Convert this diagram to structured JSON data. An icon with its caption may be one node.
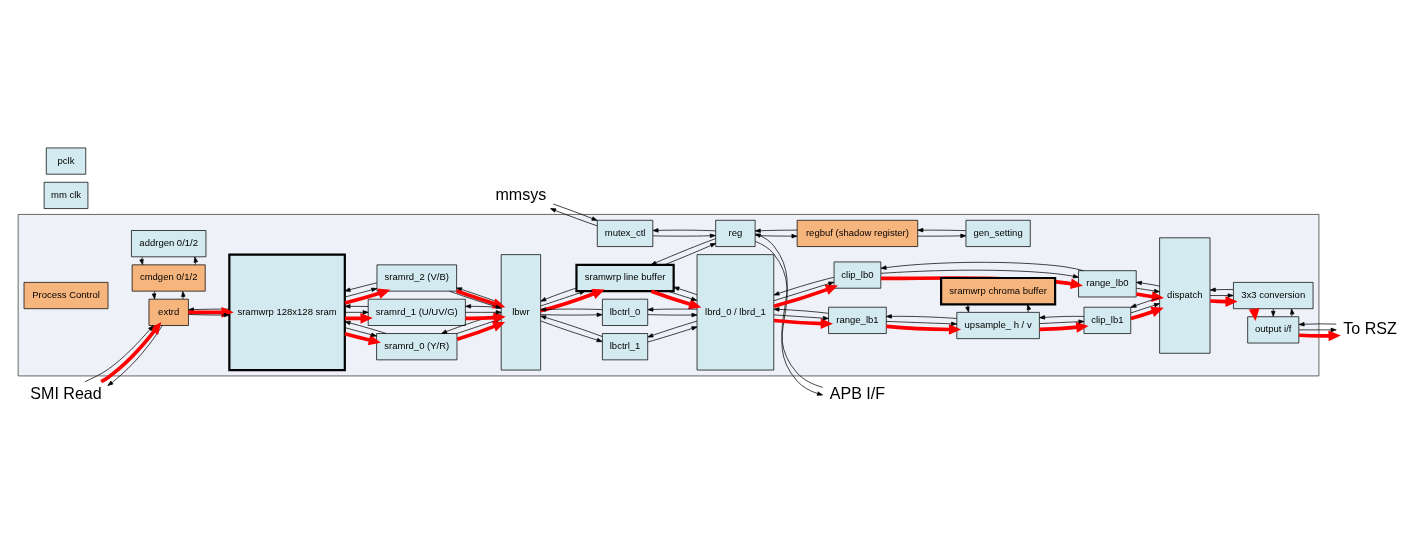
{
  "diagram": {
    "nodes": [
      {
        "text": [
          "mmsys"
        ]
      },
      {
        "text": [
          "APB I/F"
        ]
      },
      {
        "text": [
          "mm clk"
        ]
      },
      {
        "text": [
          "pclk"
        ]
      },
      {
        "text": [],
        "shape": "box"
      },
      {
        "text": [
          "Process Control"
        ],
        "in": 4
      },
      {
        "text": [
          "mutex_ctl"
        ],
        "in": 4
      },
      {
        "text": [
          "reg"
        ],
        "in": 4
      },
      {
        "text": [
          "regbuf (shadow register)"
        ],
        "in": 4
      },
      {
        "text": [
          "gen_setting"
        ],
        "in": 4
      },
      {
        "text": [
          "addrgen 0/1/2"
        ],
        "in": 4
      },
      {
        "text": [
          "sramwrp 128x128 sram"
        ],
        "in": 4
      },
      {
        "text": [
          "sramrd_0 (Y/R)"
        ],
        "in": 4
      },
      {
        "text": [
          "lbwr"
        ],
        "in": 4
      },
      {
        "text": [
          "sramwrp line buffer"
        ],
        "in": 4
      },
      {
        "text": [
          "lbrd_0 / lbrd_1"
        ],
        "in": 4
      },
      {
        "text": [
          "clip_lb0"
        ],
        "in": 4
      },
      {
        "text": [
          "range_lb0"
        ],
        "in": 4
      },
      {
        "text": [
          "dispatch"
        ],
        "in": 4
      },
      {
        "text": [
          "3x3 conversion"
        ],
        "in": 4
      },
      {
        "text": [
          "sramrd_1 (U/UV/G)"
        ],
        "in": 4
      },
      {
        "text": [
          "lbctrl_0"
        ],
        "in": 4
      },
      {
        "text": [
          "sramwrp chroma buffer"
        ],
        "in": 4
      },
      {
        "text": [
          "cmdgen 0/1/2"
        ],
        "in": 4
      },
      {
        "text": [
          "SMI Read"
        ]
      },
      {
        "text": [
          "extrd"
        ],
        "in": 4
      },
      {
        "text": [
          "sramrd_2 (V/B)"
        ],
        "in": 4
      },
      {
        "text": [
          "lbctrl_1"
        ],
        "in": 4
      },
      {
        "text": [
          "range_lb1"
        ],
        "in": 4
      },
      {
        "text": [
          "upsample_ h / v"
        ],
        "in": 4
      },
      {
        "text": [
          "clip_lb1"
        ],
        "in": 4
      },
      {
        "text": [
          "output i/f"
        ],
        "in": 4
      },
      {
        "text": [
          "To RSZ"
        ]
      }
    ],
    "edges": [
      {
        "from": 0,
        "to": 6,
        "arrow": "to"
      },
      {
        "from": 6,
        "to": 0,
        "arrow": "to"
      },
      {
        "from": 6,
        "to": 7,
        "arrow": "to"
      },
      {
        "from": 7,
        "to": 6,
        "arrow": "to"
      },
      {
        "from": 7,
        "to": 1,
        "arrow": "to"
      },
      {
        "from": 1,
        "to": 7,
        "arrow": "to"
      },
      {
        "from": 7,
        "to": 8,
        "arrow": "to"
      },
      {
        "from": 8,
        "to": 7,
        "arrow": "to"
      },
      {
        "from": 8,
        "to": 9,
        "arrow": "to"
      },
      {
        "from": 9,
        "to": 8,
        "arrow": "to"
      },
      {
        "from": 14,
        "to": 7,
        "arrow": "to"
      },
      {
        "from": 7,
        "to": 14,
        "arrow": "to"
      },
      {
        "from": 23,
        "to": 10,
        "arrow": "to"
      },
      {
        "from": 10,
        "to": 23,
        "arrow": "to"
      },
      {
        "from": 25,
        "to": 23,
        "arrow": "to"
      },
      {
        "from": 23,
        "to": 25,
        "arrow": "to"
      },
      {
        "from": 24,
        "to": 25,
        "arrow": "to",
        "style": "thick",
        "color": "#ff0000"
      },
      {
        "from": 24,
        "to": 25,
        "arrow": "to"
      },
      {
        "from": 25,
        "to": 24,
        "arrow": "to"
      },
      {
        "from": 25,
        "to": 11,
        "arrow": "to",
        "style": "thick",
        "color": "#ff0000"
      },
      {
        "from": 25,
        "to": 11,
        "arrow": "to"
      },
      {
        "from": 11,
        "to": 25,
        "arrow": "to"
      },
      {
        "from": 11,
        "to": 12,
        "arrow": "to",
        "style": "thick",
        "color": "#ff0000"
      },
      {
        "from": 11,
        "to": 12,
        "arrow": "to"
      },
      {
        "from": 12,
        "to": 11,
        "arrow": "to"
      },
      {
        "from": 11,
        "to": 20,
        "arrow": "to",
        "style": "thick",
        "color": "#ff0000"
      },
      {
        "from": 11,
        "to": 20,
        "arrow": "to"
      },
      {
        "from": 20,
        "to": 11,
        "arrow": "to"
      },
      {
        "from": 11,
        "to": 26,
        "arrow": "to",
        "style": "thick",
        "color": "#ff0000"
      },
      {
        "from": 11,
        "to": 26,
        "arrow": "to"
      },
      {
        "from": 26,
        "to": 11,
        "arrow": "to"
      },
      {
        "from": 12,
        "to": 13,
        "arrow": "to",
        "style": "thick",
        "color": "#ff0000"
      },
      {
        "from": 12,
        "to": 13,
        "arrow": "to"
      },
      {
        "from": 13,
        "to": 12,
        "arrow": "to"
      },
      {
        "from": 20,
        "to": 13,
        "arrow": "to",
        "style": "thick",
        "color": "#ff0000"
      },
      {
        "from": 20,
        "to": 13,
        "arrow": "to"
      },
      {
        "from": 13,
        "to": 20,
        "arrow": "to"
      },
      {
        "from": 26,
        "to": 13,
        "arrow": "to",
        "style": "thick",
        "color": "#ff0000"
      },
      {
        "from": 26,
        "to": 13,
        "arrow": "to"
      },
      {
        "from": 13,
        "to": 26,
        "arrow": "to"
      },
      {
        "from": 13,
        "to": 14,
        "arrow": "to",
        "style": "thick",
        "color": "#ff0000"
      },
      {
        "from": 13,
        "to": 14,
        "arrow": "to"
      },
      {
        "from": 14,
        "to": 13,
        "arrow": "to"
      },
      {
        "from": 13,
        "to": 21,
        "arrow": "to"
      },
      {
        "from": 21,
        "to": 13,
        "arrow": "to"
      },
      {
        "from": 13,
        "to": 27,
        "arrow": "to"
      },
      {
        "from": 27,
        "to": 13,
        "arrow": "to"
      },
      {
        "from": 14,
        "to": 15,
        "arrow": "to",
        "style": "thick",
        "color": "#ff0000"
      },
      {
        "from": 14,
        "to": 15,
        "arrow": "to"
      },
      {
        "from": 15,
        "to": 14,
        "arrow": "to"
      },
      {
        "from": 21,
        "to": 15,
        "arrow": "to"
      },
      {
        "from": 15,
        "to": 21,
        "arrow": "to"
      },
      {
        "from": 27,
        "to": 15,
        "arrow": "to"
      },
      {
        "from": 15,
        "to": 27,
        "arrow": "to"
      },
      {
        "from": 15,
        "to": 16,
        "arrow": "to",
        "style": "thick",
        "color": "#ff0000"
      },
      {
        "from": 15,
        "to": 16,
        "arrow": "to"
      },
      {
        "from": 16,
        "to": 15,
        "arrow": "to"
      },
      {
        "from": 16,
        "to": 17,
        "arrow": "to",
        "style": "thick",
        "color": "#ff0000"
      },
      {
        "from": 16,
        "to": 17,
        "arrow": "to"
      },
      {
        "from": 17,
        "to": 16,
        "arrow": "to"
      },
      {
        "from": 17,
        "to": 18,
        "arrow": "to",
        "style": "thick",
        "color": "#ff0000"
      },
      {
        "from": 17,
        "to": 18,
        "arrow": "to"
      },
      {
        "from": 18,
        "to": 17,
        "arrow": "to"
      },
      {
        "from": 18,
        "to": 19,
        "arrow": "to",
        "style": "thick",
        "color": "#ff0000"
      },
      {
        "from": 18,
        "to": 19,
        "arrow": "to"
      },
      {
        "from": 19,
        "to": 18,
        "arrow": "to"
      },
      {
        "from": 15,
        "to": 28,
        "arrow": "to",
        "style": "thick",
        "color": "#ff0000"
      },
      {
        "from": 15,
        "to": 28,
        "arrow": "to"
      },
      {
        "from": 28,
        "to": 15,
        "arrow": "to"
      },
      {
        "from": 28,
        "to": 29,
        "arrow": "to",
        "style": "thick",
        "color": "#ff0000"
      },
      {
        "from": 28,
        "to": 29,
        "arrow": "to"
      },
      {
        "from": 29,
        "to": 28,
        "arrow": "to"
      },
      {
        "from": 29,
        "to": 22,
        "arrow": "to"
      },
      {
        "from": 22,
        "to": 29,
        "arrow": "to"
      },
      {
        "from": 29,
        "to": 30,
        "arrow": "to",
        "style": "thick",
        "color": "#ff0000"
      },
      {
        "from": 29,
        "to": 30,
        "arrow": "to"
      },
      {
        "from": 30,
        "to": 29,
        "arrow": "to"
      },
      {
        "from": 30,
        "to": 18,
        "arrow": "to",
        "style": "thick",
        "color": "#ff0000"
      },
      {
        "from": 30,
        "to": 18,
        "arrow": "to"
      },
      {
        "from": 18,
        "to": 30,
        "arrow": "to"
      },
      {
        "from": 31,
        "to": 19,
        "arrow": "to"
      },
      {
        "from": 19,
        "to": 31,
        "arrow": "to"
      },
      {
        "from": 19,
        "to": 31,
        "arrow": "to",
        "style": "thick",
        "color": "#ff0000"
      },
      {
        "from": 31,
        "to": 32,
        "arrow": "to",
        "style": "thick",
        "color": "#ff0000"
      },
      {
        "from": 31,
        "to": 32,
        "arrow": "to"
      },
      {
        "from": 32,
        "to": 31,
        "arrow": "to"
      }
    ]
  }
}
